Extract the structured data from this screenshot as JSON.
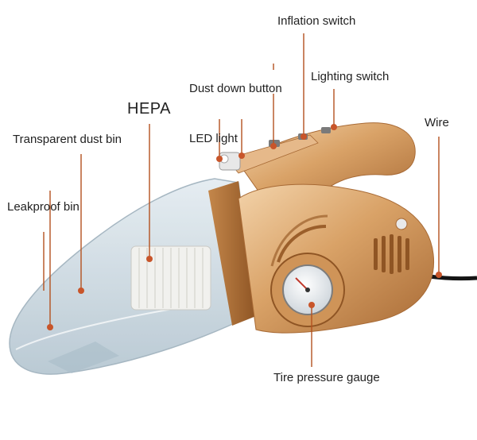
{
  "labels": {
    "inflation_switch": "Inflation switch",
    "lighting_switch": "Lighting switch",
    "dust_down_button": "Dust down button",
    "hepa": "HEPA",
    "led_light": "LED light",
    "wire": "Wire",
    "transparent_dust_bin": "Transparent dust bin",
    "leakproof_bin": "Leakproof bin",
    "tire_pressure_gauge": "Tire pressure gauge"
  },
  "colors": {
    "leader_line": "#b4511e",
    "marker": "#c8552a",
    "gold_body": "#d9a267",
    "clear_bin": "#c9d6de",
    "text": "#222222"
  }
}
